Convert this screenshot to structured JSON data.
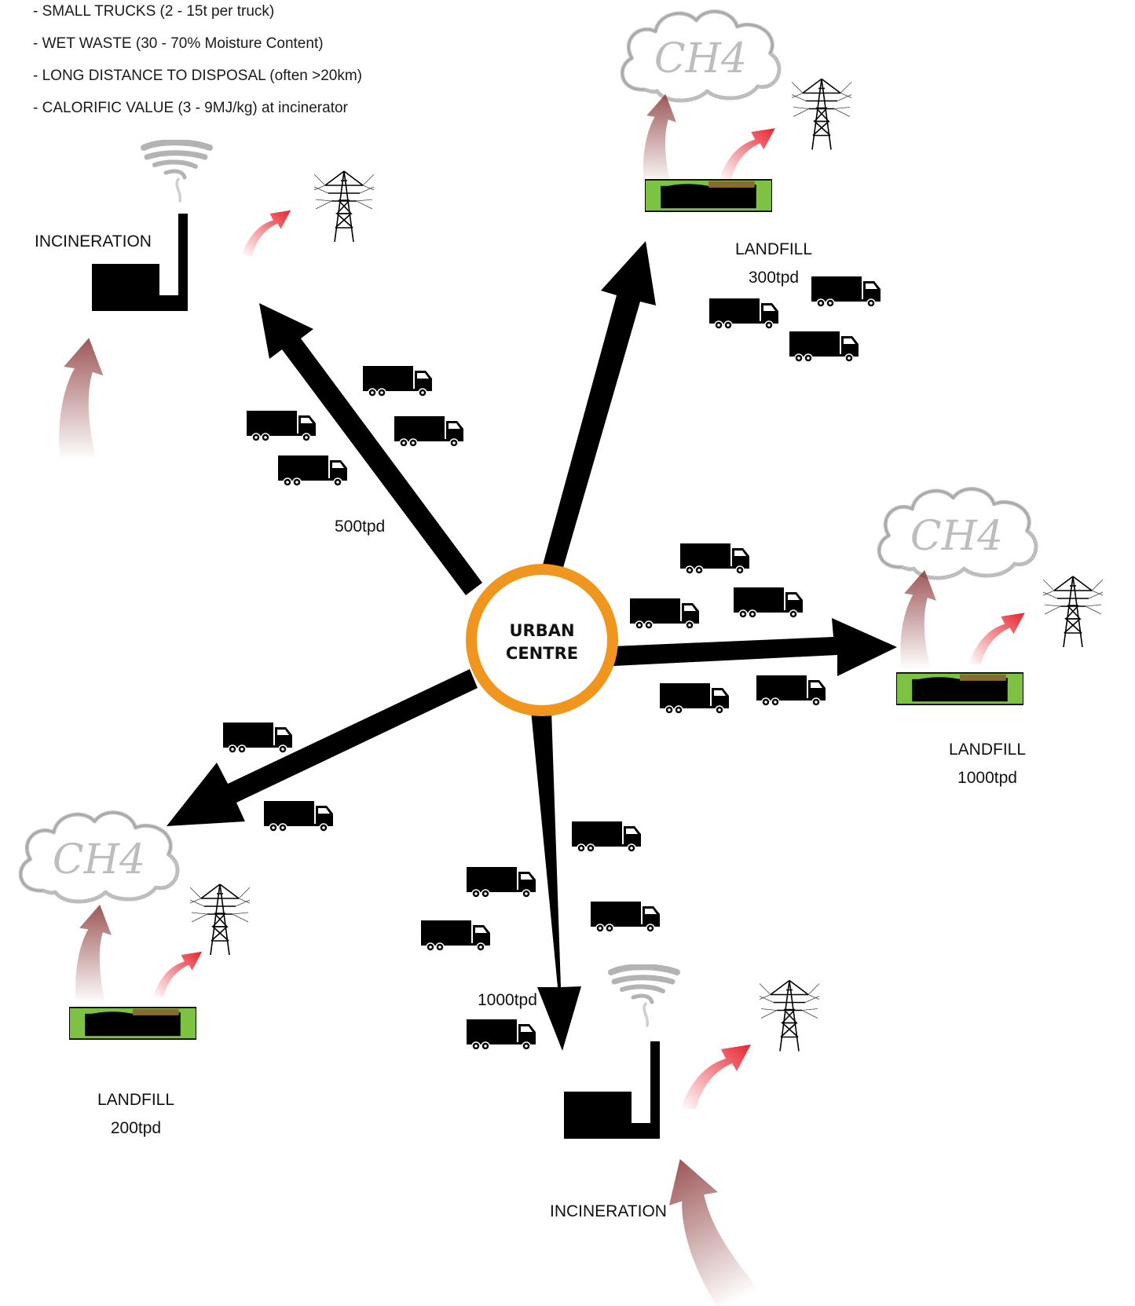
{
  "notes": [
    "- SMALL TRUCKS (2 - 15t per truck)",
    "- WET WASTE (30 - 70% Moisture Content)",
    "- LONG DISTANCE TO DISPOSAL (often >20km)",
    "- CALORIFIC VALUE (3 - 9MJ/kg) at incinerator"
  ],
  "hub": {
    "line1": "URBAN",
    "line2": "CENTRE",
    "ring_color": "#f0951d"
  },
  "gas_label": "CH4",
  "colors": {
    "arrow": "#000000",
    "heat_arrow": "#e8242e",
    "gas_arrow": "#8c3a3a",
    "landfill_green": "#7dc242",
    "cloud": "#bdbdbd"
  },
  "destinations": {
    "incineration_nw": {
      "name": "INCINERATION",
      "flow": "500tpd"
    },
    "landfill_n": {
      "name": "LANDFILL",
      "flow": "300tpd"
    },
    "landfill_e": {
      "name": "LANDFILL",
      "flow": "1000tpd"
    },
    "landfill_sw": {
      "name": "LANDFILL",
      "flow": "200tpd"
    },
    "incineration_s": {
      "name": "INCINERATION",
      "flow": "1000tpd"
    }
  }
}
